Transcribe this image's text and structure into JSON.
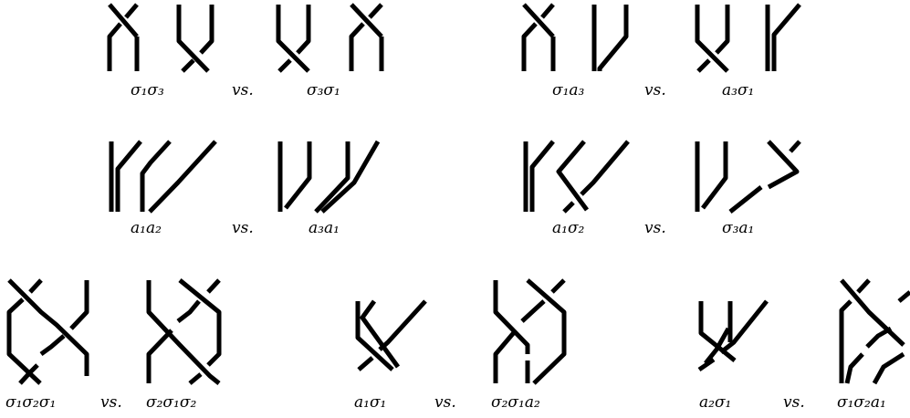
{
  "vs_text": "vs.",
  "relations": [
    {
      "left": {
        "label": "σ₁σ₃"
      },
      "right": {
        "label": "σ₃σ₁"
      }
    },
    {
      "left": {
        "label": "σ₁a₃"
      },
      "right": {
        "label": "a₃σ₁"
      }
    },
    {
      "left": {
        "label": "a₁a₂"
      },
      "right": {
        "label": "a₃a₁"
      }
    },
    {
      "left": {
        "label": "a₁σ₂"
      },
      "right": {
        "label": "σ₃a₁"
      }
    },
    {
      "left": {
        "label": "σ₁σ₂σ₁"
      },
      "right": {
        "label": "σ₂σ₁σ₂"
      }
    },
    {
      "left": {
        "label": "a₁σ₁"
      },
      "right": {
        "label": "σ₂σ₁a₂"
      }
    },
    {
      "left": {
        "label": "a₂σ₁"
      },
      "right": {
        "label": "σ₁σ₂a₁"
      }
    }
  ]
}
